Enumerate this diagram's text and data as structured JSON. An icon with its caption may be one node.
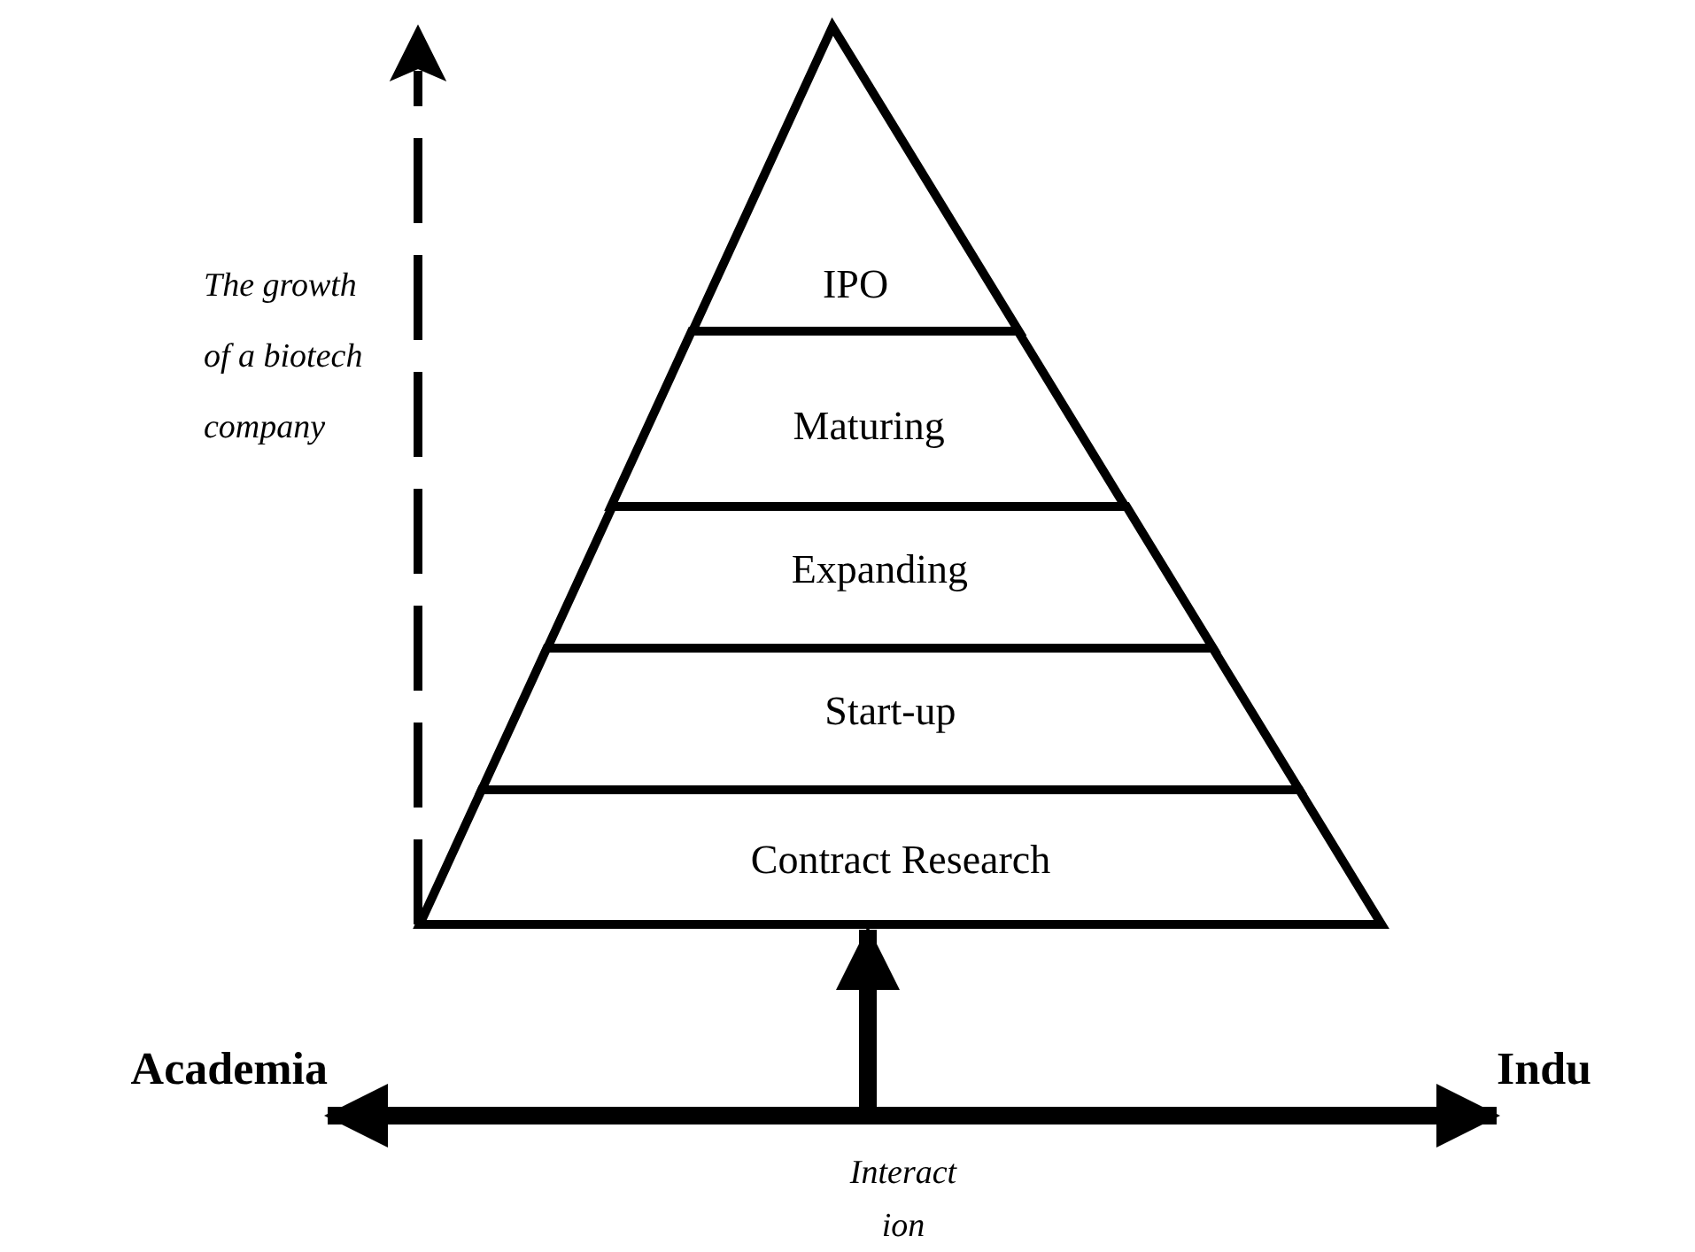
{
  "diagram": {
    "nodes": [
      {
        "text": [
          "IPO"
        ]
      },
      {
        "text": [
          "Maturing"
        ]
      },
      {
        "text": [
          "Expanding"
        ]
      },
      {
        "text": [
          "Start-up"
        ]
      },
      {
        "text": [
          "Contract Research"
        ]
      },
      {
        "text": [
          "Academia"
        ]
      },
      {
        "text": [
          "Indu"
        ]
      }
    ],
    "edges": [
      {
        "from": 5,
        "to": 6,
        "arrow": "both"
      },
      {
        "from": null,
        "to": 4,
        "arrow": "to"
      }
    ],
    "labels": [
      "The growth of a biotech company",
      "Interact ion"
    ]
  }
}
